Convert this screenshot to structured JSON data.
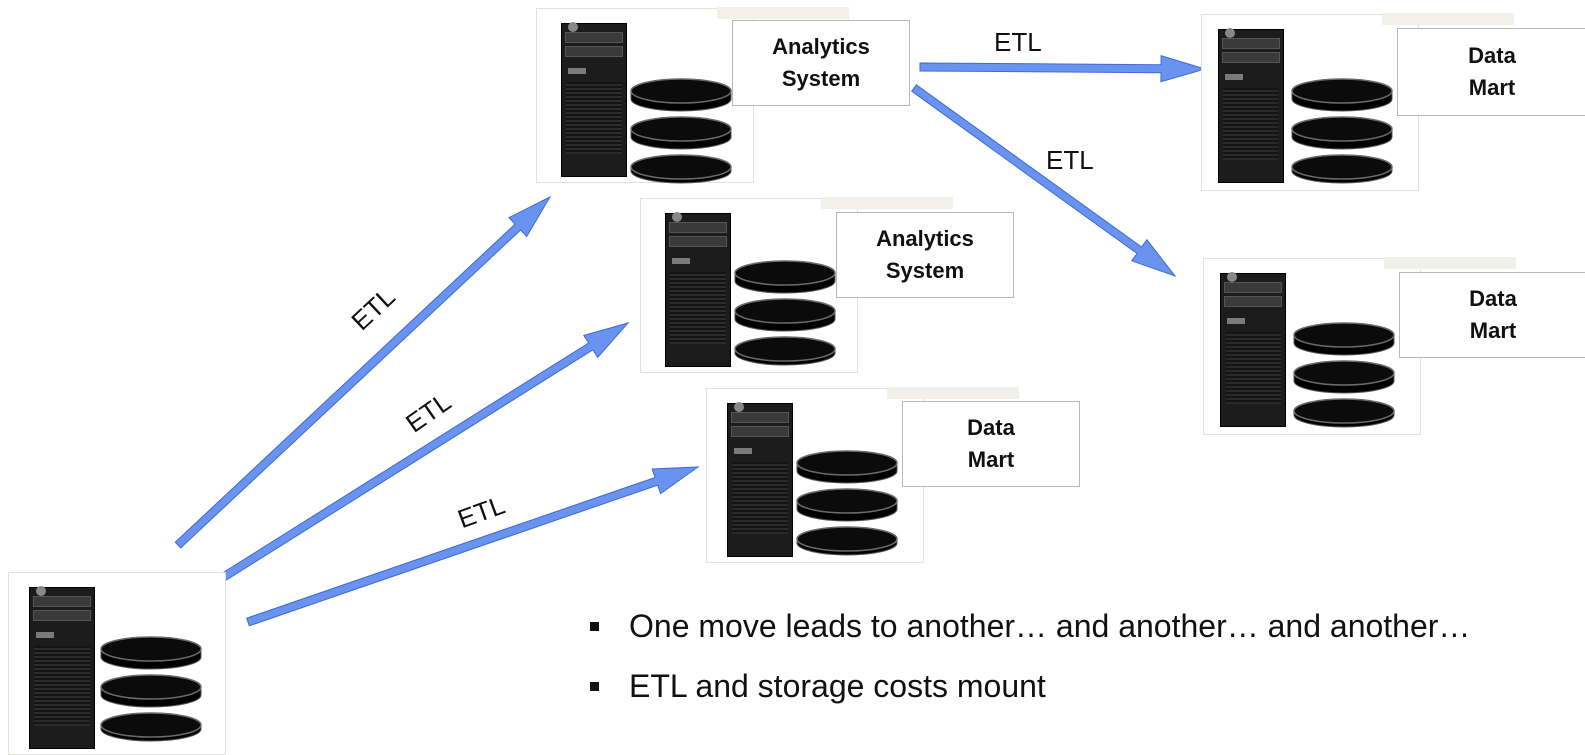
{
  "nodes": [
    {
      "id": "analytics-system-1",
      "line1": "Analytics",
      "line2": "System"
    },
    {
      "id": "analytics-system-2",
      "line1": "Analytics",
      "line2": "System"
    },
    {
      "id": "data-mart-center",
      "line1": "Data",
      "line2": "Mart"
    },
    {
      "id": "data-mart-top-right",
      "line1": "Data",
      "line2": "Mart"
    },
    {
      "id": "data-mart-right",
      "line1": "Data",
      "line2": "Mart"
    },
    {
      "id": "source-system"
    }
  ],
  "edges": [
    {
      "from": "source-system",
      "to": "analytics-system-1",
      "label": "ETL"
    },
    {
      "from": "source-system",
      "to": "analytics-system-2",
      "label": "ETL"
    },
    {
      "from": "source-system",
      "to": "data-mart-center",
      "label": "ETL"
    },
    {
      "from": "analytics-system-1",
      "to": "data-mart-top-right",
      "label": "ETL"
    },
    {
      "from": "analytics-system-1",
      "to": "data-mart-right",
      "label": "ETL"
    }
  ],
  "bullets": [
    "One move leads to another… and another… and another…",
    "ETL and storage costs mount"
  ],
  "colors": {
    "arrow": "#6a93f0",
    "arrow_dark": "#3d6bd6",
    "database": "#000000"
  }
}
